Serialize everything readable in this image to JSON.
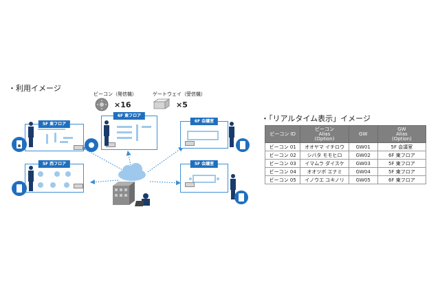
{
  "left_section": {
    "title": "・利用イメージ",
    "beacon_legend": {
      "label": "ビーコン（発信機）",
      "count": "×16"
    },
    "gateway_legend": {
      "label": "ゲートウェイ（受信機）",
      "count": "×5"
    },
    "floors": [
      {
        "label": "5F 東フロア"
      },
      {
        "label": "6F 東フロア"
      },
      {
        "label": "6F 会議室"
      },
      {
        "label": "5F 西フロア"
      },
      {
        "label": "5F 会議室"
      }
    ]
  },
  "right_section": {
    "title": "・「リアルタイム表示」イメージ",
    "table": {
      "headers": [
        {
          "line1": "ビーコン ID",
          "line2": "",
          "line3": ""
        },
        {
          "line1": "ビーコン",
          "line2": "Alias",
          "line3": "(Option)"
        },
        {
          "line1": "GW",
          "line2": "",
          "line3": ""
        },
        {
          "line1": "GW",
          "line2": "Alias",
          "line3": "(Option)"
        }
      ],
      "rows": [
        [
          "ビーコン 01",
          "オオヤマ イチロウ",
          "GW01",
          "5F 会議室"
        ],
        [
          "ビーコン 02",
          "シバタ モモヒロ",
          "GW02",
          "6F 東フロア"
        ],
        [
          "ビーコン 03",
          "イマムラ ダイスケ",
          "GW03",
          "5F 東フロア"
        ],
        [
          "ビーコン 04",
          "オオツボ エナミ",
          "GW04",
          "5F 東フロア"
        ],
        [
          "ビーコン 05",
          "イノウエ ユキノリ",
          "GW05",
          "6F 東フロア"
        ]
      ]
    }
  },
  "colors": {
    "accent": "#1f6fbf",
    "frame": "#3f8fd2",
    "header_gray": "#808080",
    "cloud": "#9ec9ec"
  },
  "icons": [
    "beacon-icon",
    "gateway-icon",
    "cloud-icon",
    "building-icon",
    "person-icon",
    "desk-icon",
    "laptop-icon"
  ]
}
